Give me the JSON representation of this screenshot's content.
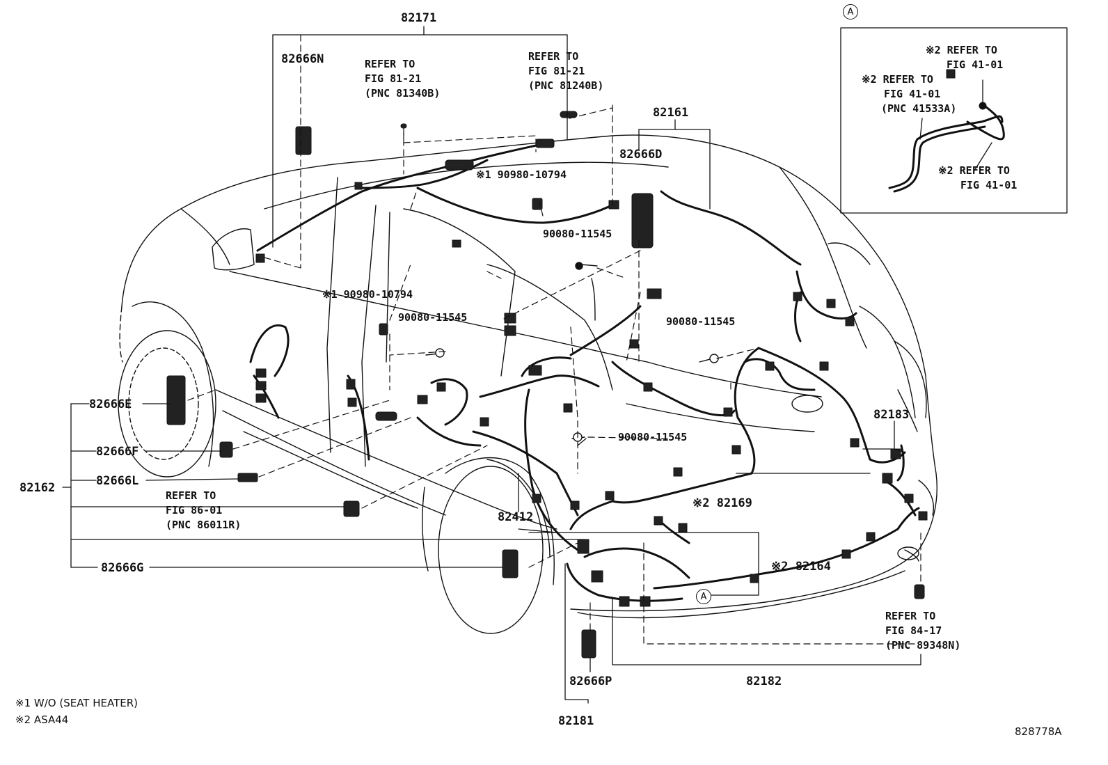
{
  "diagram_id": "828778A",
  "inset_marker": "A",
  "part_numbers": {
    "p82171": "82171",
    "p82666N": "82666N",
    "p82161": "82161",
    "p82666D": "82666D",
    "p82666E": "82666E",
    "p82666F": "82666F",
    "p82162": "82162",
    "p82666L": "82666L",
    "p82666G": "82666G",
    "p82412": "82412",
    "p82169": "※2 82169",
    "p82164": "※2 82164",
    "p82183": "82183",
    "p82182": "82182",
    "p82666P": "82666P",
    "p82181": "82181",
    "clip1": "※1 90980-10794",
    "clip2": "※1 90980-10794",
    "bolt1": "90080-11545",
    "bolt2": "90080-11545",
    "bolt3": "90080-11545",
    "bolt4": "90080-11545"
  },
  "references": {
    "ref_81340B": [
      "REFER TO",
      "FIG 81-21",
      "(PNC 81340B)"
    ],
    "ref_81240B": [
      "REFER TO",
      "FIG 81-21",
      "(PNC 81240B)"
    ],
    "ref_86011R": [
      "REFER TO",
      "FIG 86-01",
      "(PNC 86011R)"
    ],
    "ref_89348N": [
      "REFER TO",
      "FIG 84-17",
      "(PNC 89348N)"
    ],
    "inset_ref_top": [
      "※2 REFER TO",
      "FIG 41-01"
    ],
    "inset_ref_mid": [
      "※2 REFER TO",
      "FIG 41-01",
      "(PNC 41533A)"
    ],
    "inset_ref_low": [
      "※2 REFER TO",
      "FIG 41-01"
    ]
  },
  "footnotes": {
    "note1": "※1 W/O (SEAT HEATER)",
    "note2": "※2 ASA44"
  }
}
